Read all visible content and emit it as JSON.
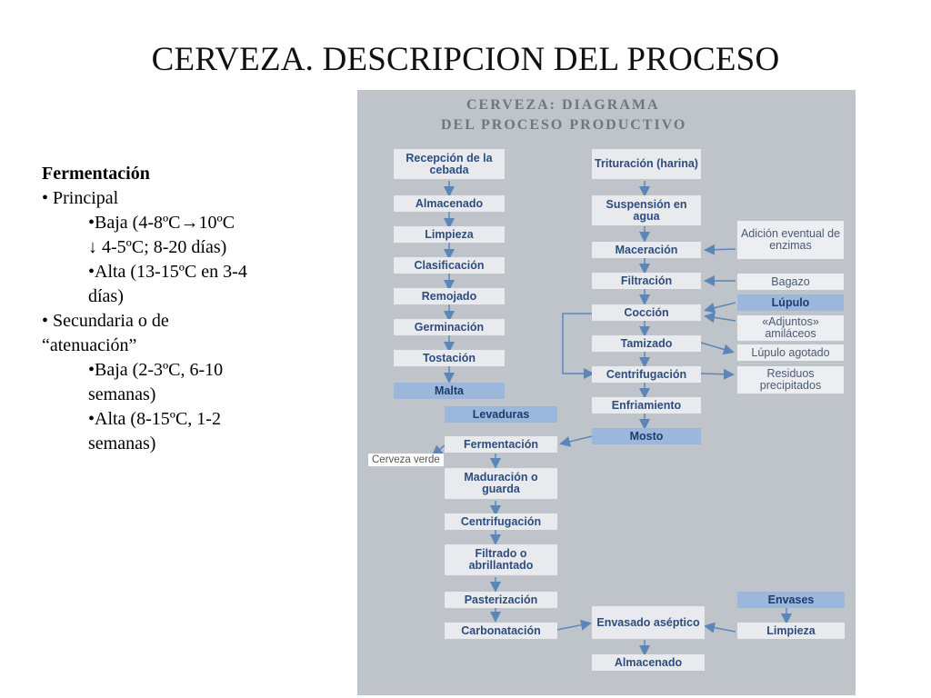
{
  "title": "CERVEZA. DESCRIPCION DEL PROCESO",
  "left": {
    "heading": "Fermentación",
    "lines": [
      "• Principal",
      "•Baja (4-8ºC→10ºC",
      "↓ 4-5ºC; 8-20 días)",
      "•Alta (13-15ºC en 3-4",
      "días)",
      "• Secundaria o de",
      "“atenuación”",
      "•Baja (2-3ºC, 6-10",
      "semanas)",
      "•Alta (8-15ºC, 1-2",
      "semanas)"
    ]
  },
  "diagram": {
    "title_line1": "Cerveza: diagrama",
    "title_line2": "del proceso productivo",
    "col1": [
      "Recepción de la cebada",
      "Almacenado",
      "Limpieza",
      "Clasificación",
      "Remojado",
      "Germinación",
      "Tostación",
      "Malta"
    ],
    "col2": [
      "Trituración (harina)",
      "Suspensión en agua",
      "Maceración",
      "Filtración",
      "Cocción",
      "Tamizado",
      "Centrifugación",
      "Enfriamiento",
      "Mosto"
    ],
    "col3": [
      "Levaduras",
      "Fermentación",
      "Maduración o guarda",
      "Centrifugación",
      "Filtrado o abrillantado",
      "Pasterización",
      "Carbonatación"
    ],
    "side": [
      "Adición eventual de enzimas",
      "Bagazo",
      "Lúpulo",
      "«Adjuntos» amiláceos",
      "Lúpulo agotado",
      "Residuos precipitados"
    ],
    "bottom": [
      "Envasado aséptico",
      "Almacenado",
      "Envases",
      "Limpieza"
    ],
    "cerveza_verde": "Cerveza verde"
  },
  "colors": {
    "panel": "#bfc4cb",
    "box": "#e9eaee",
    "box_blue": "#9bb7db",
    "text": "#2d4d7e",
    "arrow": "#5d86b8"
  }
}
